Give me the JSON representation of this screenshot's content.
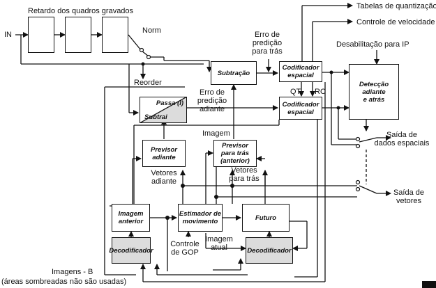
{
  "labels": {
    "in": "IN",
    "retardo": "Retardo dos quadros gravados",
    "norm": "Norm",
    "reorder": "Reorder",
    "erro_tras_1": "Erro de",
    "erro_tras_2": "predição",
    "erro_tras_3": "para trás",
    "erro_adiante_1": "Erro de",
    "erro_adiante_2": "predição",
    "erro_adiante_3": "adiante",
    "tabelas": "Tabelas de quantização",
    "controle_velocidade": "Controle de velocidade",
    "desabilitacao": "Desabilitação para IP",
    "qt": "QT",
    "rc": "RC",
    "imagem": "Imagem",
    "vetores_adiante_1": "Vetores",
    "vetores_adiante_2": "adiante",
    "vetores_tras_1": "Vetores",
    "vetores_tras_2": "para trás",
    "saida_dados_1": "Saída de",
    "saida_dados_2": "dados espaciais",
    "saida_vetores_1": "Saída de",
    "saida_vetores_2": "vetores",
    "controle_gop_1": "Controle",
    "controle_gop_2": "de GOP",
    "imagem_atual_1": "Imagem",
    "imagem_atual_2": "atual",
    "imagens_b_1": "Imagens - B",
    "imagens_b_2": "(áreas sombreadas não são usadas)"
  },
  "blocks": {
    "subtracao": "Subtração",
    "codificador_1_a": "Codificador",
    "codificador_1_b": "espacial",
    "codificador_2_a": "Codificador",
    "codificador_2_b": "espacial",
    "deteccao_a": "Detecção",
    "deteccao_b": "adiante",
    "deteccao_c": "e atrás",
    "passa": "Passa (I)",
    "subtrai": "Subtrai",
    "previsor_adiante_a": "Previsor",
    "previsor_adiante_b": "adiante",
    "previsor_tras_a": "Previsor",
    "previsor_tras_b": "para trás",
    "previsor_tras_c": "(anterior)",
    "imagem_anterior_a": "Imagem",
    "imagem_anterior_b": "anterior",
    "estimador_a": "Estimador de",
    "estimador_b": "movimento",
    "futuro": "Futuro",
    "decodificador_1": "Decodificador",
    "decodificador_2": "Decodificador"
  }
}
